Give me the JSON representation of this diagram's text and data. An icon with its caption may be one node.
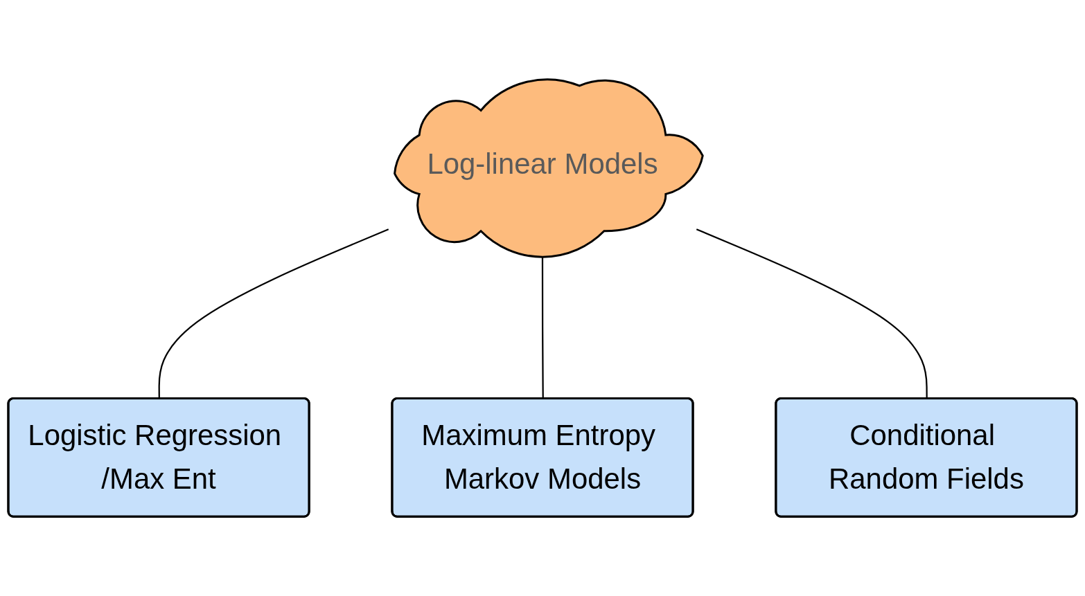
{
  "diagram": {
    "nodes": [
      {
        "text": [
          "Log-linear Models"
        ]
      },
      {
        "text": [
          "Logistic Regression /Max Ent"
        ]
      },
      {
        "text": [
          "Maximum Entropy Markov Models"
        ]
      },
      {
        "text": [
          "Conditional Random Fields"
        ]
      }
    ],
    "edges": [
      {
        "from": 0,
        "to": 1,
        "arrow": "none"
      },
      {
        "from": 0,
        "to": 2,
        "arrow": "none"
      },
      {
        "from": 0,
        "to": 3,
        "arrow": "none"
      }
    ]
  }
}
